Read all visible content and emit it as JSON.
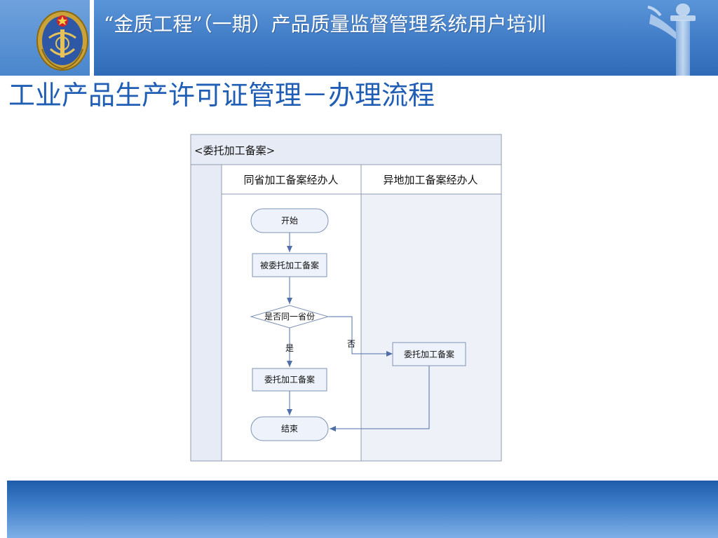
{
  "header": {
    "title": "“金质工程”（一期）产品质量监督管理系统用户培训"
  },
  "page_title": "工业产品生产许可证管理－办理流程",
  "diagram": {
    "pool_label": "<委托加工备案>",
    "lanes": [
      {
        "label": "同省加工备案经办人"
      },
      {
        "label": "异地加工备案经办人"
      }
    ],
    "nodes": {
      "start": "开始",
      "entrusted_filing": "被委托加工备案",
      "decision": "是否同一省份",
      "same_province_filing": "委托加工备案",
      "remote_filing": "委托加工备案",
      "end": "结束"
    },
    "edge_labels": {
      "yes": "是",
      "no": "否"
    },
    "colors": {
      "lane_fill": "#e7ebf5",
      "node_fill": "#eef2fa",
      "node_stroke": "#7f93b6",
      "arrow": "#4f6fa8"
    }
  }
}
